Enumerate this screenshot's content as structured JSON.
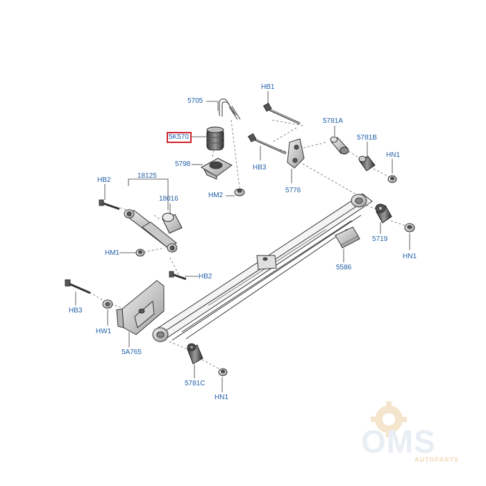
{
  "diagram": {
    "highlighted_part": "5K570",
    "callouts": [
      {
        "id": "5705",
        "text": "5705"
      },
      {
        "id": "hb1-top",
        "text": "HB1"
      },
      {
        "id": "5k570",
        "text": "5K570"
      },
      {
        "id": "5781a",
        "text": "5781A"
      },
      {
        "id": "5781b",
        "text": "5781B"
      },
      {
        "id": "5798",
        "text": "5798"
      },
      {
        "id": "hb3-top",
        "text": "HB3"
      },
      {
        "id": "hn1-right",
        "text": "HN1"
      },
      {
        "id": "hb2-left",
        "text": "HB2"
      },
      {
        "id": "18125",
        "text": "18125"
      },
      {
        "id": "hm2",
        "text": "HM2"
      },
      {
        "id": "5776",
        "text": "5776"
      },
      {
        "id": "18016",
        "text": "18016"
      },
      {
        "id": "5719",
        "text": "5719"
      },
      {
        "id": "hm1",
        "text": "HM1"
      },
      {
        "id": "hn1-lower-right",
        "text": "HN1"
      },
      {
        "id": "5586",
        "text": "5586"
      },
      {
        "id": "hb2-mid",
        "text": "HB2"
      },
      {
        "id": "hb3-left",
        "text": "HB3"
      },
      {
        "id": "hw1",
        "text": "HW1"
      },
      {
        "id": "5a765",
        "text": "5A765"
      },
      {
        "id": "5781c",
        "text": "5781C"
      },
      {
        "id": "hn1-bottom",
        "text": "HN1"
      }
    ]
  },
  "watermark": {
    "letters": "OMS",
    "subtitle": "AUTOPARTS"
  },
  "colors": {
    "label": "#1f5fa8",
    "highlight": "#d21f2b",
    "line": "#333333"
  }
}
